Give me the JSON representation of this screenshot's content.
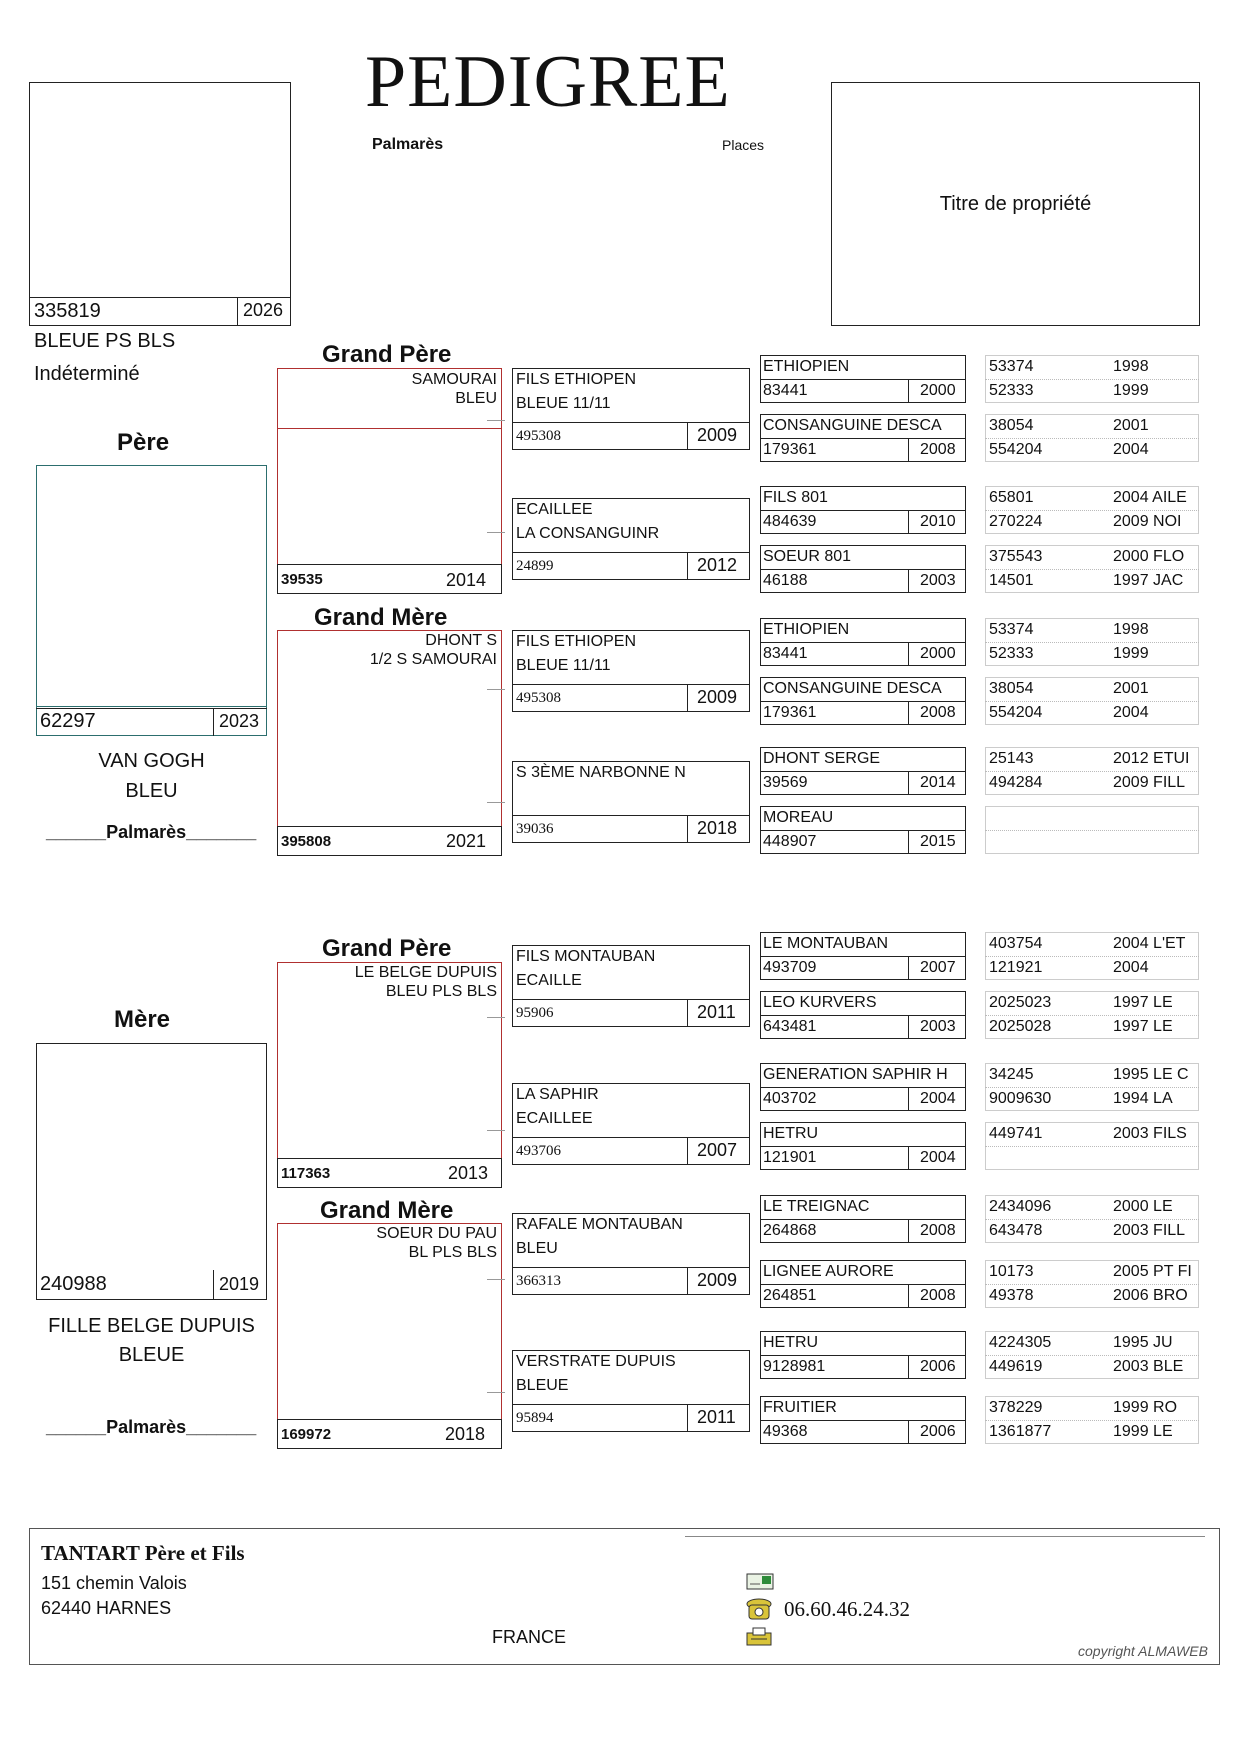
{
  "header": {
    "title": "PEDIGREE",
    "palmares": "Palmarès",
    "places": "Places",
    "titre": "Titre de propriété"
  },
  "subject": {
    "ring": "335819",
    "year": "2026",
    "color": "BLEUE PS BLS",
    "sex": "Indéterminé"
  },
  "labels": {
    "pere": "Père",
    "mere": "Mère",
    "grand_pere": "Grand Père",
    "grand_mere": "Grand Mère",
    "palmares_line": "______Palmarès_______"
  },
  "sire": {
    "ring": "62297",
    "year": "2023",
    "name": "VAN GOGH",
    "color": "BLEU"
  },
  "dam": {
    "ring": "240988",
    "year": "2019",
    "name": "FILLE BELGE DUPUIS",
    "color": "BLEUE"
  },
  "gp1": {
    "l1": "SAMOURAI",
    "l2": "BLEU",
    "ring": "39535",
    "year": "2014"
  },
  "gm1": {
    "l1": "DHONT S",
    "l2": "1/2 S SAMOURAI",
    "ring": "395808",
    "year": "2021"
  },
  "gp2": {
    "l1": "LE BELGE DUPUIS",
    "l2": "BLEU PLS BLS",
    "ring": "117363",
    "year": "2013"
  },
  "gm2": {
    "l1": "SOEUR DU PAU",
    "l2": "BL PLS BLS",
    "ring": "169972",
    "year": "2018"
  },
  "gen3": [
    {
      "l1": "FILS ETHIOPEN",
      "l2": "BLEUE 11/11",
      "ring": "495308",
      "year": "2009"
    },
    {
      "l1": "ECAILLEE",
      "l2": "LA CONSANGUINR",
      "ring": "24899",
      "year": "2012"
    },
    {
      "l1": "FILS ETHIOPEN",
      "l2": "BLEUE 11/11",
      "ring": "495308",
      "year": "2009"
    },
    {
      "l1": "S 3ÈME NARBONNE N",
      "l2": "",
      "ring": "39036",
      "year": "2018"
    },
    {
      "l1": "FILS MONTAUBAN",
      "l2": "ECAILLE",
      "ring": "95906",
      "year": "2011"
    },
    {
      "l1": "LA SAPHIR",
      "l2": "ECAILLEE",
      "ring": "493706",
      "year": "2007"
    },
    {
      "l1": "RAFALE MONTAUBAN",
      "l2": "BLEU",
      "ring": "366313",
      "year": "2009"
    },
    {
      "l1": "VERSTRATE DUPUIS",
      "l2": "BLEUE",
      "ring": "95894",
      "year": "2011"
    }
  ],
  "gen4": [
    {
      "name": "ETHIOPIEN",
      "ring": "83441",
      "year": "2000"
    },
    {
      "name": "CONSANGUINE DESCA",
      "ring": "179361",
      "year": "2008"
    },
    {
      "name": "FILS 801",
      "ring": "484639",
      "year": "2010"
    },
    {
      "name": "SOEUR 801",
      "ring": "46188",
      "year": "2003"
    },
    {
      "name": "ETHIOPIEN",
      "ring": "83441",
      "year": "2000"
    },
    {
      "name": "CONSANGUINE DESCA",
      "ring": "179361",
      "year": "2008"
    },
    {
      "name": "DHONT SERGE",
      "ring": "39569",
      "year": "2014"
    },
    {
      "name": "MOREAU",
      "ring": "448907",
      "year": "2015"
    },
    {
      "name": "LE MONTAUBAN",
      "ring": "493709",
      "year": "2007"
    },
    {
      "name": "LEO KURVERS",
      "ring": "643481",
      "year": "2003"
    },
    {
      "name": "GENERATION SAPHIR H",
      "ring": "403702",
      "year": "2004"
    },
    {
      "name": "HETRU",
      "ring": "121901",
      "year": "2004"
    },
    {
      "name": "LE TREIGNAC",
      "ring": "264868",
      "year": "2008"
    },
    {
      "name": "LIGNEE AURORE",
      "ring": "264851",
      "year": "2008"
    },
    {
      "name": "HETRU",
      "ring": "9128981",
      "year": "2006"
    },
    {
      "name": "FRUITIER",
      "ring": "49368",
      "year": "2006"
    }
  ],
  "gen5": [
    {
      "a1": "53374",
      "b1": "1998",
      "a2": "52333",
      "b2": "1999"
    },
    {
      "a1": "38054",
      "b1": "2001",
      "a2": "554204",
      "b2": "2004"
    },
    {
      "a1": "65801",
      "b1": "2004 AILE",
      "a2": "270224",
      "b2": "2009 NOI"
    },
    {
      "a1": "375543",
      "b1": "2000 FLO",
      "a2": "14501",
      "b2": "1997 JAC"
    },
    {
      "a1": "53374",
      "b1": "1998",
      "a2": "52333",
      "b2": "1999"
    },
    {
      "a1": "38054",
      "b1": "2001",
      "a2": "554204",
      "b2": "2004"
    },
    {
      "a1": "25143",
      "b1": "2012 ETUI",
      "a2": "494284",
      "b2": "2009 FILL"
    },
    {
      "a1": "",
      "b1": "",
      "a2": "",
      "b2": ""
    },
    {
      "a1": "403754",
      "b1": "2004 L'ET",
      "a2": "121921",
      "b2": "2004"
    },
    {
      "a1": "2025023",
      "b1": "1997 LE",
      "a2": "2025028",
      "b2": "1997 LE"
    },
    {
      "a1": "34245",
      "b1": "1995 LE C",
      "a2": "9009630",
      "b2": "1994 LA"
    },
    {
      "a1": "449741",
      "b1": "2003 FILS",
      "a2": "",
      "b2": ""
    },
    {
      "a1": "2434096",
      "b1": "2000 LE",
      "a2": "643478",
      "b2": "2003 FILL"
    },
    {
      "a1": "10173",
      "b1": "2005 PT FI",
      "a2": "49378",
      "b2": "2006 BRO"
    },
    {
      "a1": "4224305",
      "b1": "1995 JU",
      "a2": "449619",
      "b2": "2003 BLE"
    },
    {
      "a1": "378229",
      "b1": "1999 RO",
      "a2": "1361877",
      "b2": "1999 LE"
    }
  ],
  "footer": {
    "owner": "TANTART Père et Fils",
    "address": "151 chemin Valois",
    "city": "62440 HARNES",
    "country": "FRANCE",
    "phone": "06.60.46.24.32",
    "copyright": "copyright ALMAWEB"
  }
}
